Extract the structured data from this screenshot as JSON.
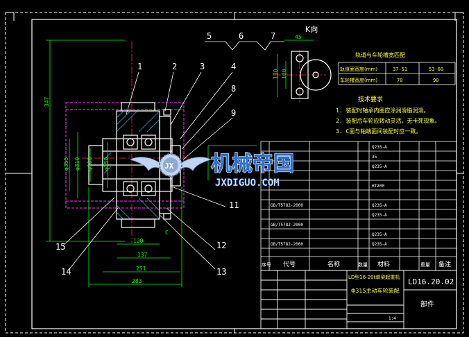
{
  "app": {
    "type": "CAD drawing viewer",
    "background": "#000000"
  },
  "colors": {
    "frame": "#FFFFFF",
    "part": "#FFFFFF",
    "dimension": "#00FF00",
    "centerline": "#FF3333",
    "hidden": "#FF33FF",
    "hatch": "#33CCFF",
    "text_yellow": "#FFFF33",
    "leader": "#FFFFFF",
    "watermark_red": "#E8341C",
    "watermark_blue": "#2B6FCF"
  },
  "view_label": "K向",
  "k_view_dims": {
    "top": "45",
    "left1": "130",
    "left2": "100"
  },
  "part_numbers": [
    "1",
    "2",
    "3",
    "4",
    "5",
    "6",
    "7",
    "8",
    "9",
    "11",
    "12",
    "13",
    "14",
    "15"
  ],
  "dimensions": {
    "overall_height": "347",
    "dia_left1": "φ355",
    "dia_left2": "φ310",
    "dia_inner1": "φ100",
    "dia_inner2": "φ250",
    "bottom1": "120",
    "bottom2": "137",
    "bottom3": "251",
    "bottom4": "283",
    "small_c": "C"
  },
  "wheel_table": {
    "title": "轨道与车轮槽宽匹配",
    "rows": [
      {
        "label": "轨道面宽度(mm)",
        "v1": "37-51",
        "v2": "53-60"
      },
      {
        "label": "车轮槽宽度(mm)",
        "v1": "70",
        "v2": "90"
      }
    ]
  },
  "tech_req": {
    "title": "技术要求",
    "items": [
      "1. 装配时轴承内圈应涂润滑脂润滑。",
      "2. 装配后车轮应转动灵活，无卡死现象。",
      "3. C面与轴端面间装配时应一致。"
    ]
  },
  "bom_rows": [
    "Q235-A",
    "35",
    "Q235-A",
    "HT200",
    "Q235-A",
    "Q235-A",
    "Q235-A",
    "Q235-A"
  ],
  "bom_left": [
    "GB/T5782-2000",
    "GB/T5782-2000",
    "GB/T5782-2000"
  ],
  "bom_header": {
    "seq": "序号",
    "code": "代号",
    "name": "名称",
    "qty": "数量",
    "material": "材料",
    "weight": "重量",
    "remark": "备注"
  },
  "title_block": {
    "drawing_no": "LD16.20.02",
    "name_line1": "LD型16-20t单梁起重机",
    "name_line2": "Φ315主动车轮装配",
    "category": "部件",
    "scale": "1:4"
  },
  "watermark": {
    "cn": "机械帝国",
    "en": "JXDIGUO.COM",
    "badge": "JX"
  }
}
